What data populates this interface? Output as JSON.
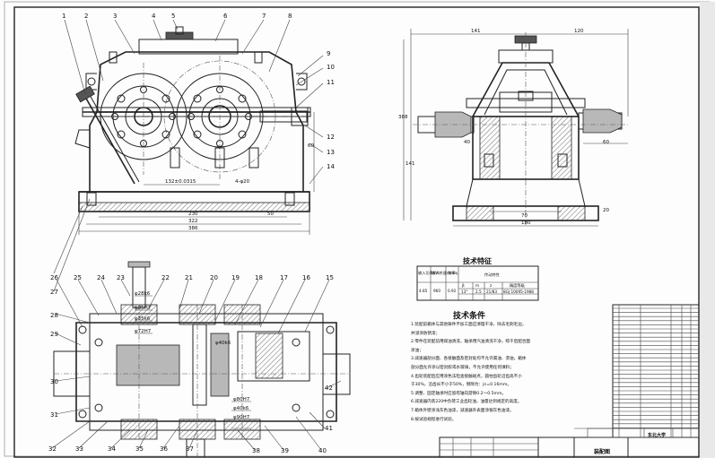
{
  "balloons_top": [
    "1",
    "2",
    "3",
    "4",
    "5",
    "6",
    "7",
    "8"
  ],
  "balloons_right_top": [
    "9",
    "10",
    "11",
    "12",
    "13",
    "14"
  ],
  "balloons_left": [
    "26",
    "27",
    "28",
    "29",
    "30",
    "31"
  ],
  "balloons_bottom_top": [
    "25",
    "24",
    "23",
    "22",
    "21",
    "20",
    "19",
    "18",
    "17",
    "16",
    "15"
  ],
  "balloons_bottom": [
    "32",
    "33",
    "34",
    "35",
    "36",
    "37",
    "38",
    "39",
    "40"
  ],
  "balloons_right_bottom": [
    "42",
    "41"
  ],
  "dims_front": {
    "center": "132±0.0315",
    "bolts": "4-φ20",
    "d230": "230",
    "d322": "322",
    "d386": "386",
    "d50": "50",
    "d60": "60"
  },
  "dims_side": {
    "d141": "141",
    "d120": "120",
    "d388": "388",
    "d141b": "141",
    "d40": "40",
    "d70": "70",
    "d180": "180",
    "d60": "60",
    "d20": "20"
  },
  "dims_plan": {
    "a": "φ28k6",
    "b": "φ35H7",
    "c": "φ35k6",
    "d": "φ72H7",
    "e": "φ40k6",
    "f": "φ80H7",
    "g": "φ40k6",
    "h": "φ90H7"
  },
  "spec_table": {
    "title": "技术特征",
    "col1": "输入功率kW",
    "col2": "输入转速r/min",
    "col3": "效率η",
    "col4": "传动特性",
    "r1": [
      "4.85",
      "960",
      "0.92"
    ],
    "sub": [
      "β",
      "m",
      "z",
      "精度等级"
    ],
    "rows": [
      [
        "13°",
        "2.5",
        "21/83",
        "8GJ 10095-1988"
      ],
      [
        "",
        "",
        "",
        ""
      ]
    ]
  },
  "tech_req": {
    "title": "技术条件",
    "lines": [
      "1.装配前箱体与其他铸件不加工面应清理干净，除去毛刺毛边，",
      "  并浸涂防锈漆；",
      "2.零件在装配前用煤油清洗，轴承用汽油清洗干净，晾干后配合面",
      "  涂油；",
      "3.减速器剖分面、各接触面及密封处均不允许漏油、渗油，箱体",
      "  剖分面允许涂以密封胶或水玻璃，不允许使用任何填料；",
      "4.齿轮装配后应用涂色法检查接触斑点，圆柱齿轮沿齿高不小",
      "  于30%，沿齿长不小于50%，侧隙为：jn=0.16mm。",
      "5.调整、固定轴承时应留有轴向游隙0.2～0.5mm。",
      "6.减速器内装220中负荷工业齿轮油，油量达到规定的高度。",
      "7.箱体外壁涂浅灰色油漆，减速器外表面涂银灰色油漆。",
      "8.按试验规程进行试验。"
    ]
  },
  "title_block": {
    "drawing": "装配图",
    "school": "东北大学"
  }
}
